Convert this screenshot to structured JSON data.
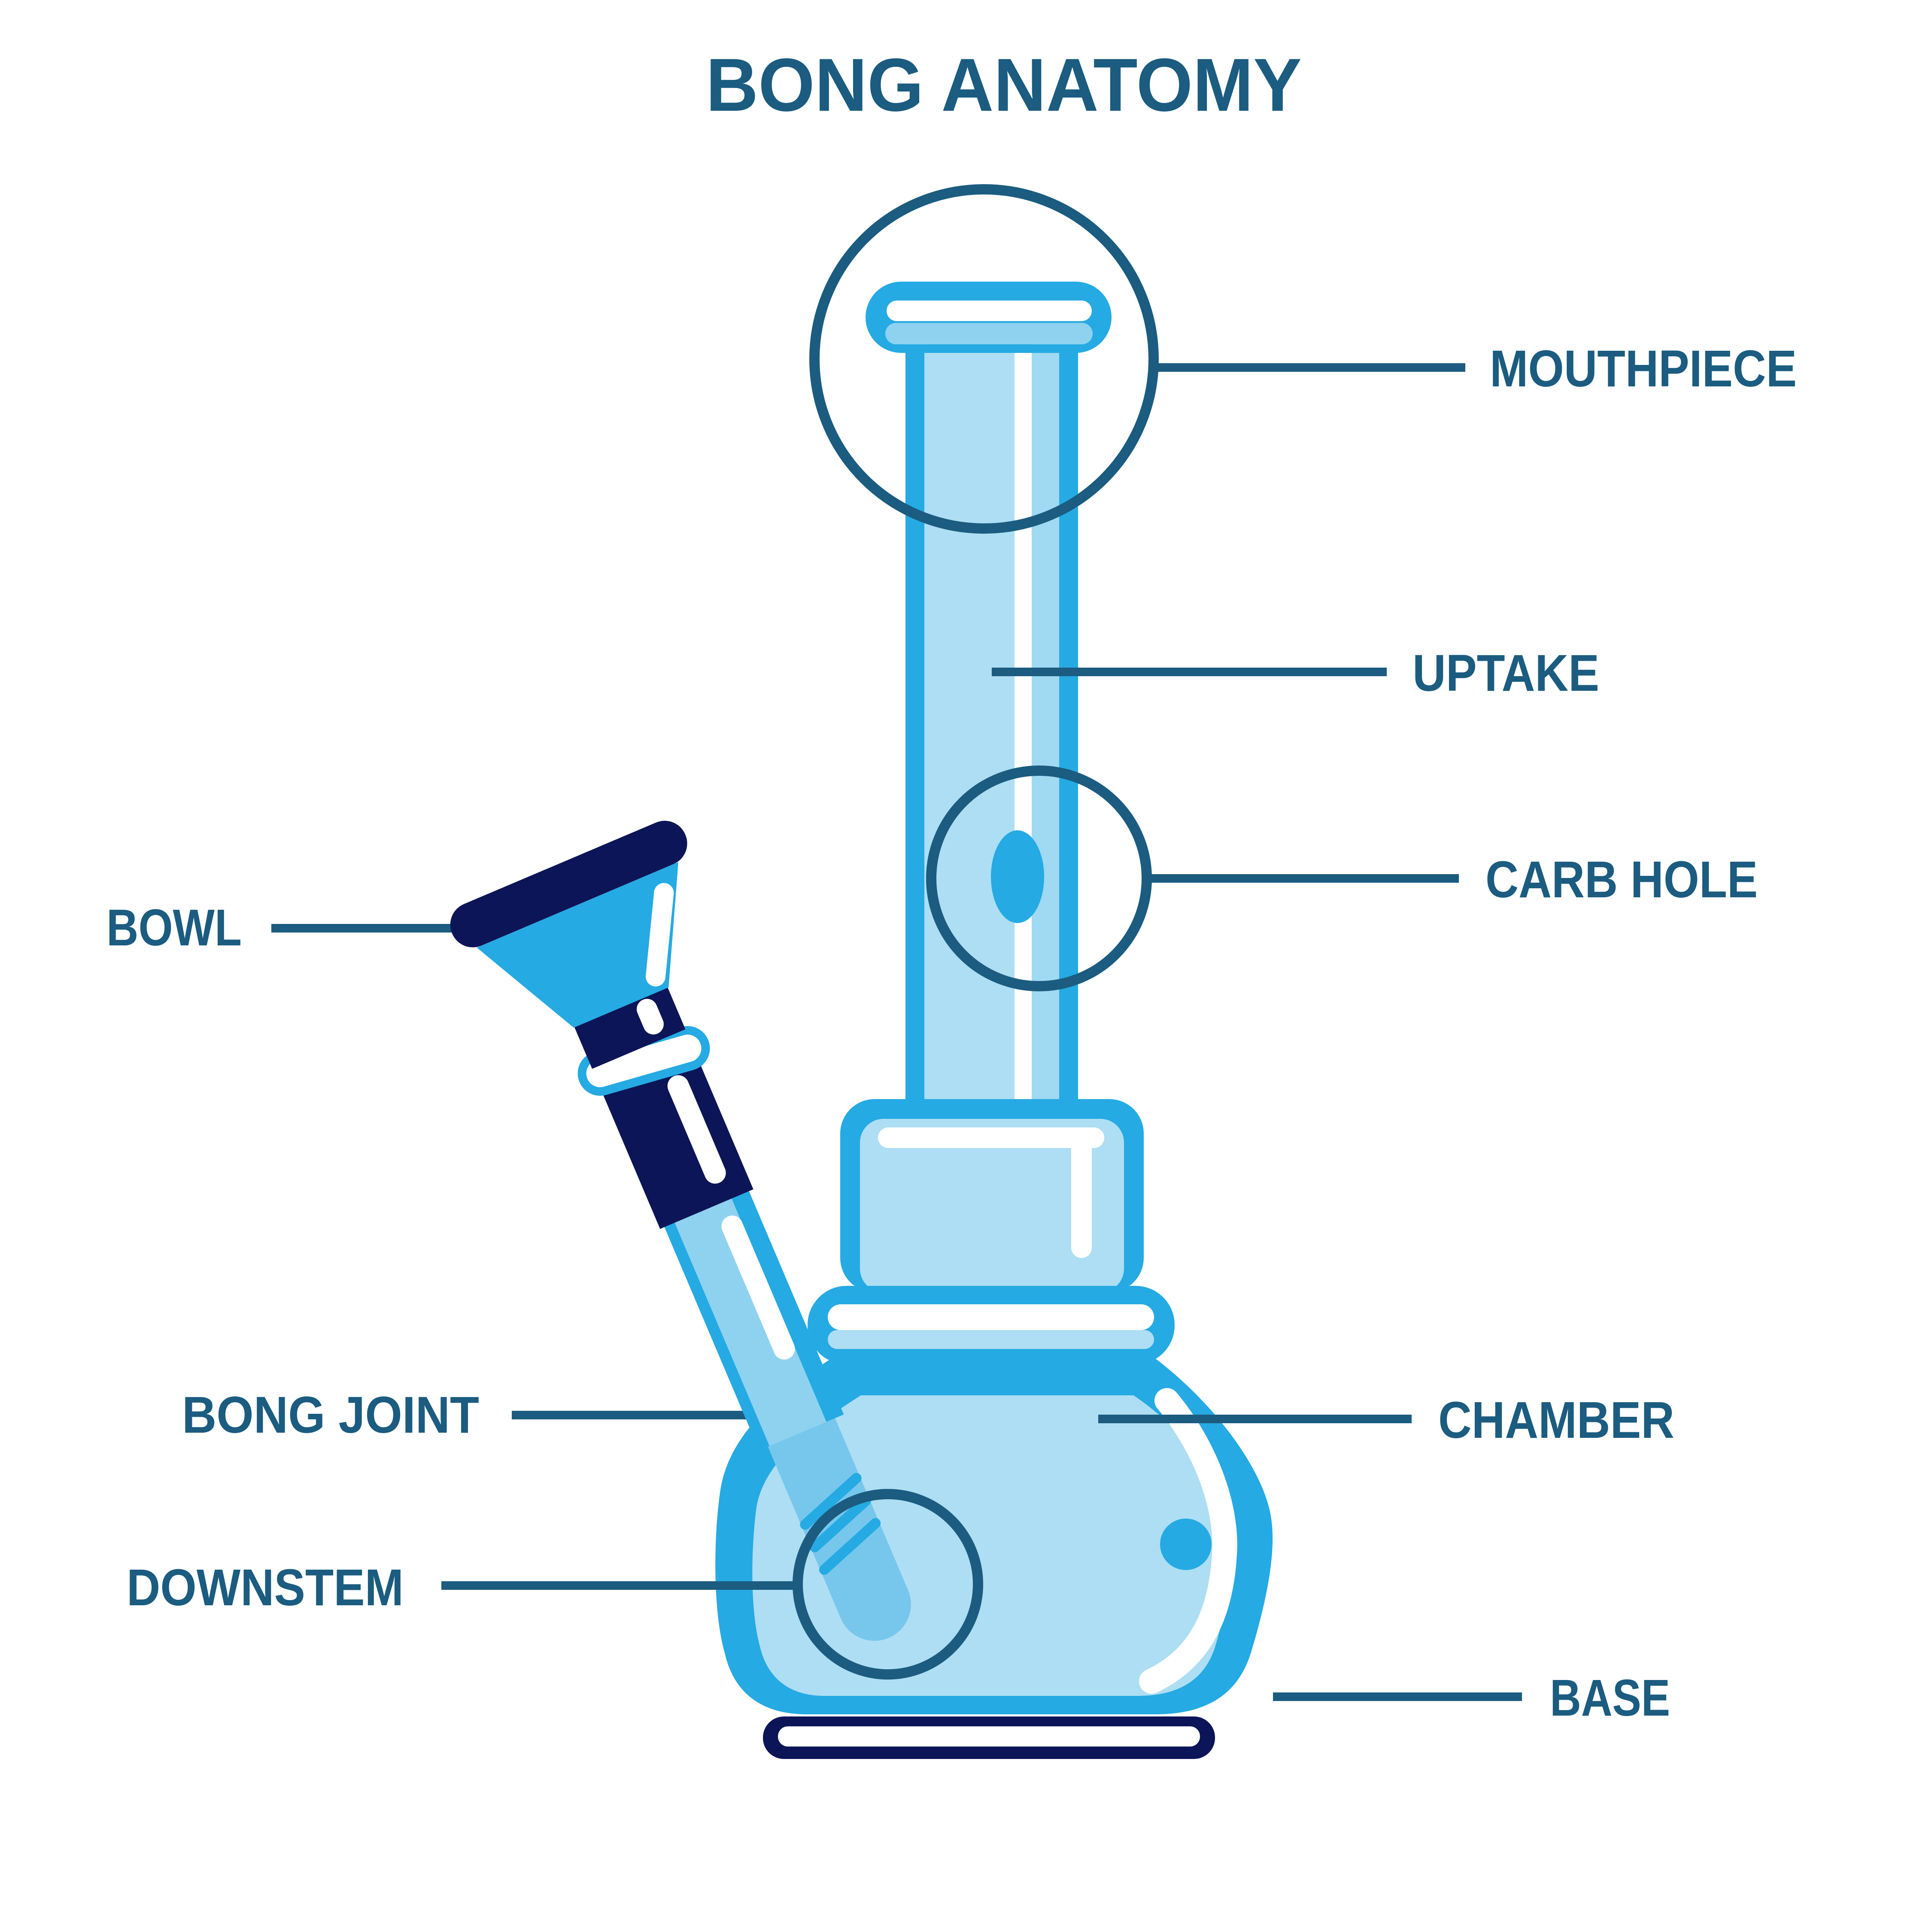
{
  "title": "BONG ANATOMY",
  "labels": {
    "mouthpiece": "MOUTHPIECE",
    "uptake": "UPTAKE",
    "carb_hole": "CARB HOLE",
    "bowl": "BOWL",
    "bong_joint": "BONG JOINT",
    "downstem": "DOWNSTEM",
    "chamber": "CHAMBER",
    "base": "BASE"
  },
  "colors": {
    "teal": "#1b5c80",
    "navy": "#0c1557",
    "cyan": "#25aae3",
    "lite": "#aedef3",
    "lite2": "#a0d9f2",
    "mid": "#8ed2f0",
    "stem": "#77c7ec",
    "white": "#ffffff",
    "bg": "#ffffff"
  }
}
